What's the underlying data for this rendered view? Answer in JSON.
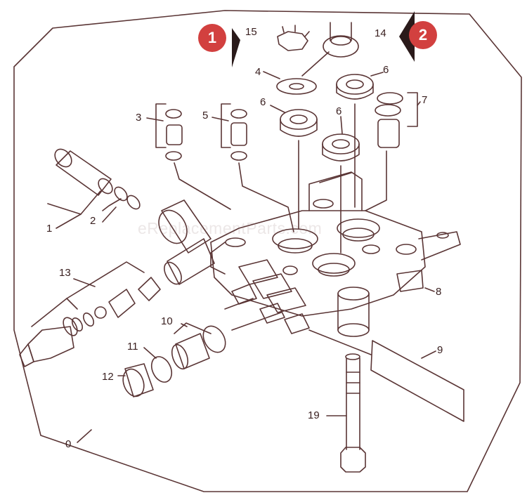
{
  "watermark": "eReplacementParts.com",
  "badges": {
    "left": "1",
    "right": "2"
  },
  "labels": {
    "l0": "0",
    "l1": "1",
    "l2": "2",
    "l3": "3",
    "l4": "4",
    "l5": "5",
    "l6a": "6",
    "l6b": "6",
    "l6c": "6",
    "l7": "7",
    "l8": "8",
    "l9": "9",
    "l10": "10",
    "l11": "11",
    "l12": "12",
    "l13": "13",
    "l14": "14",
    "l15": "15",
    "l19": "19"
  },
  "colors": {
    "line": "#5a3535",
    "badge": "#d2403f",
    "arrow": "#2a1a1a"
  }
}
